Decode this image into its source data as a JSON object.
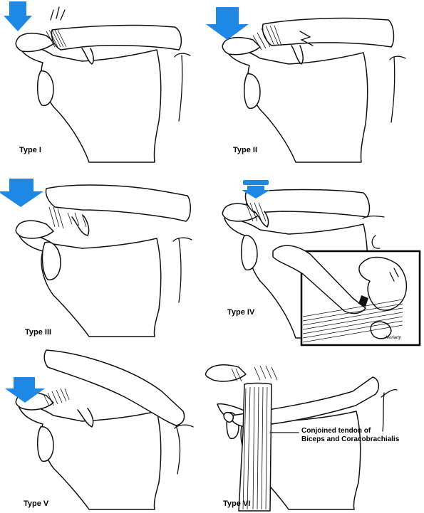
{
  "figure": {
    "panels": [
      {
        "label": "Type I"
      },
      {
        "label": "Type II"
      },
      {
        "label": "Type III"
      },
      {
        "label": "Type IV"
      },
      {
        "label": "Type V"
      },
      {
        "label": "Type VI"
      }
    ],
    "callout": {
      "line1": "Conjoined tendon of",
      "line2": "Biceps and Coracobrachialis"
    },
    "inset_signature": "Moriarty",
    "colors": {
      "arrow": "#1e88e5",
      "ink": "#111111",
      "background": "#ffffff"
    }
  }
}
